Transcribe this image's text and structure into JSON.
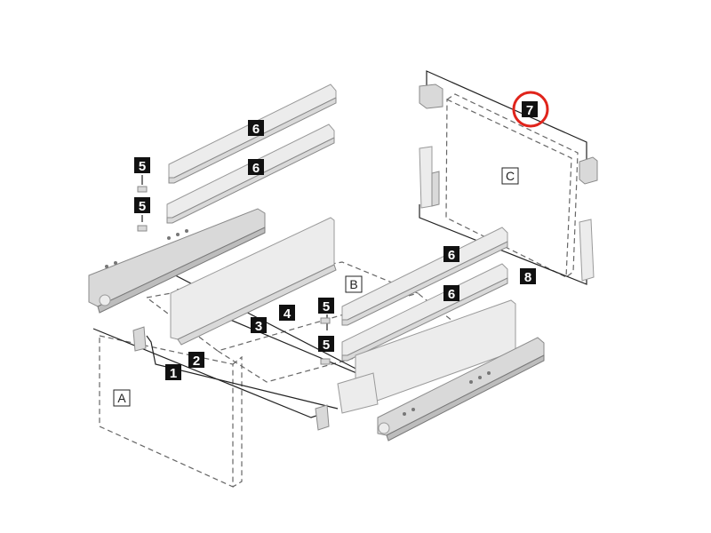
{
  "diagram": {
    "title_hidden": null,
    "labels": {
      "rod_top_1": "6",
      "rod_top_2": "6",
      "rod_right_1": "6",
      "rod_right_2": "6",
      "bolt_left_1": "5",
      "bolt_left_2": "5",
      "bolt_mid_1": "5",
      "bolt_mid_2": "5",
      "part_1": "1",
      "part_2": "2",
      "part_3": "3",
      "part_4": "4",
      "part_7": "7",
      "part_8": "8",
      "panel_a": "A",
      "panel_b": "B",
      "panel_c": "C"
    },
    "highlight_color": "#e0241b"
  }
}
